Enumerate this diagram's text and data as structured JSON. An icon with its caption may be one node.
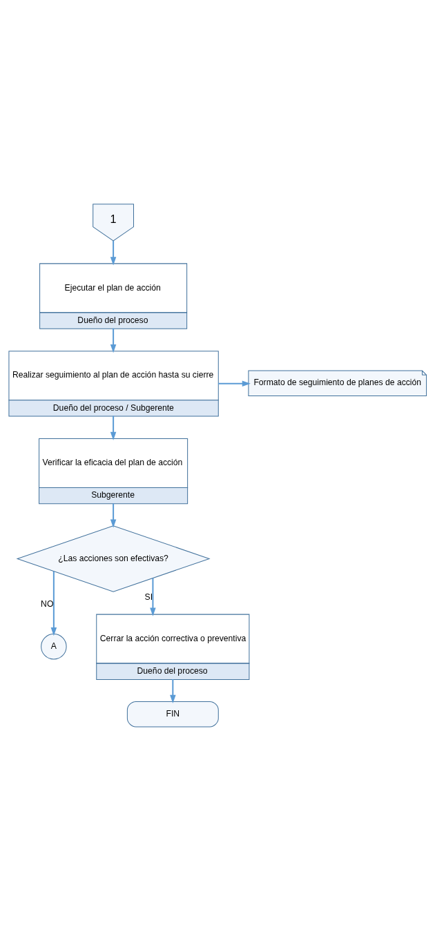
{
  "diagram": {
    "nodes": [
      {
        "text": [
          "1"
        ]
      },
      {
        "text": [
          "Ejecutar el plan de acción",
          "Dueño del proceso"
        ]
      },
      {
        "text": [
          "Realizar seguimiento al plan de acción hasta su cierre",
          "Dueño del proceso / Subgerente"
        ]
      },
      {
        "text": [
          "Formato de seguimiento de planes de acción"
        ]
      },
      {
        "text": [
          "Verificar la eficacia del plan de acción",
          "Subgerente"
        ]
      },
      {
        "text": [
          "¿Las acciones son efectivas?"
        ]
      },
      {
        "text": [
          "A"
        ]
      },
      {
        "text": [
          "Cerrar la acción correctiva o preventiva",
          "Dueño del proceso"
        ]
      },
      {
        "text": [
          "FIN"
        ]
      }
    ],
    "edges": [
      {
        "from": 0,
        "to": 1,
        "arrow": "to"
      },
      {
        "from": 1,
        "to": 2,
        "arrow": "to"
      },
      {
        "from": 2,
        "to": 3,
        "arrow": "to"
      },
      {
        "from": 2,
        "to": 4,
        "arrow": "to"
      },
      {
        "from": 4,
        "to": 5,
        "arrow": "to"
      },
      {
        "from": 5,
        "to": 6,
        "arrow": "to",
        "label": "NO"
      },
      {
        "from": 5,
        "to": 7,
        "arrow": "to",
        "label": "SI"
      },
      {
        "from": 7,
        "to": 8,
        "arrow": "to"
      }
    ]
  }
}
